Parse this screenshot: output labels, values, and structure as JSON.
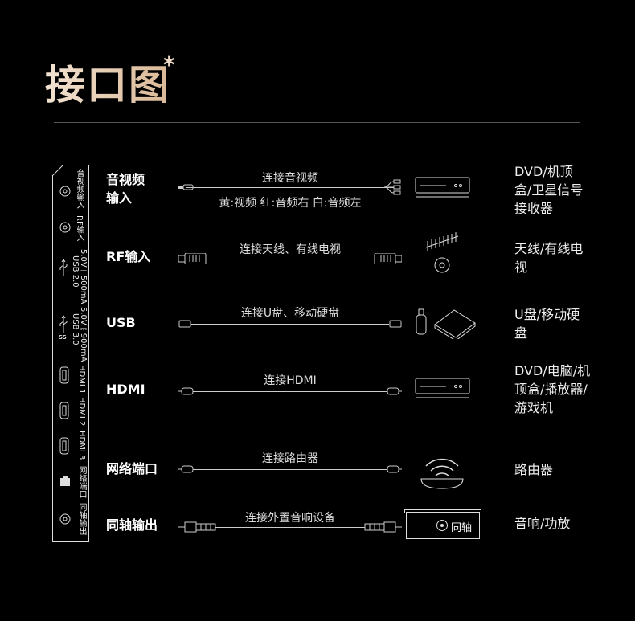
{
  "title": "接口图",
  "title_mark": "*",
  "panel": {
    "ports": [
      "音视频输入",
      "RF输入",
      "USB 2.0",
      "5.0V⎓500mA",
      "USB 3.0",
      "5.0V⎓900mA",
      "HDMI 1",
      "HDMI 2",
      "HDMI 3",
      "网络端口",
      "同轴输出"
    ]
  },
  "rows": [
    {
      "label": "音视频输入",
      "cable": "连接音视频",
      "note": "黄:视频  红:音频右  白:音频左",
      "device": "DVD/机顶盒/卫星信号接收器"
    },
    {
      "label": "RF输入",
      "cable": "连接天线、有线电视",
      "device": "天线/有线电视"
    },
    {
      "label": "USB",
      "cable": "连接U盘、移动硬盘",
      "device": "U盘/移动硬盘"
    },
    {
      "label": "HDMI",
      "cable": "连接HDMI",
      "device": "DVD/电脑/机顶盒/播放器/游戏机"
    },
    {
      "label": "网络端口",
      "cable": "连接路由器",
      "device": "路由器"
    },
    {
      "label": "同轴输出",
      "cable": "连接外置音响设备",
      "device": "音响/功放",
      "device_badge": "同轴"
    }
  ]
}
